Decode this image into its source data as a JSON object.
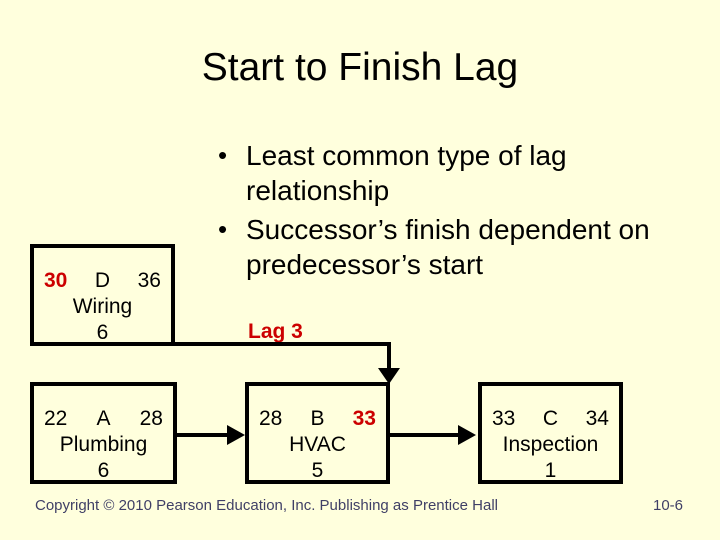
{
  "colors": {
    "background": "#FFFFDD",
    "accent_red": "#CC0000",
    "footer_text": "#3F3F66",
    "line_black": "#000000"
  },
  "title": "Start to Finish Lag",
  "bullet_marker": "•",
  "bullets": [
    {
      "text": "Least common type of lag relationship"
    },
    {
      "text": "Successor’s finish dependent on predecessor’s start"
    }
  ],
  "lag_label": "Lag 3",
  "nodes": [
    {
      "early_start": "30",
      "activity": "D",
      "early_finish": "36",
      "name": "Wiring",
      "duration": "6"
    },
    {
      "early_start": "22",
      "activity": "A",
      "early_finish": "28",
      "name": "Plumbing",
      "duration": "6"
    },
    {
      "early_start": "28",
      "activity": "B",
      "early_finish": "33",
      "name": "HVAC",
      "duration": "5"
    },
    {
      "early_start": "33",
      "activity": "C",
      "early_finish": "34",
      "name": "Inspection",
      "duration": "1"
    }
  ],
  "footer": {
    "copyright": "Copyright © 2010 Pearson Education, Inc. Publishing as Prentice Hall",
    "page_number": "10-6"
  }
}
